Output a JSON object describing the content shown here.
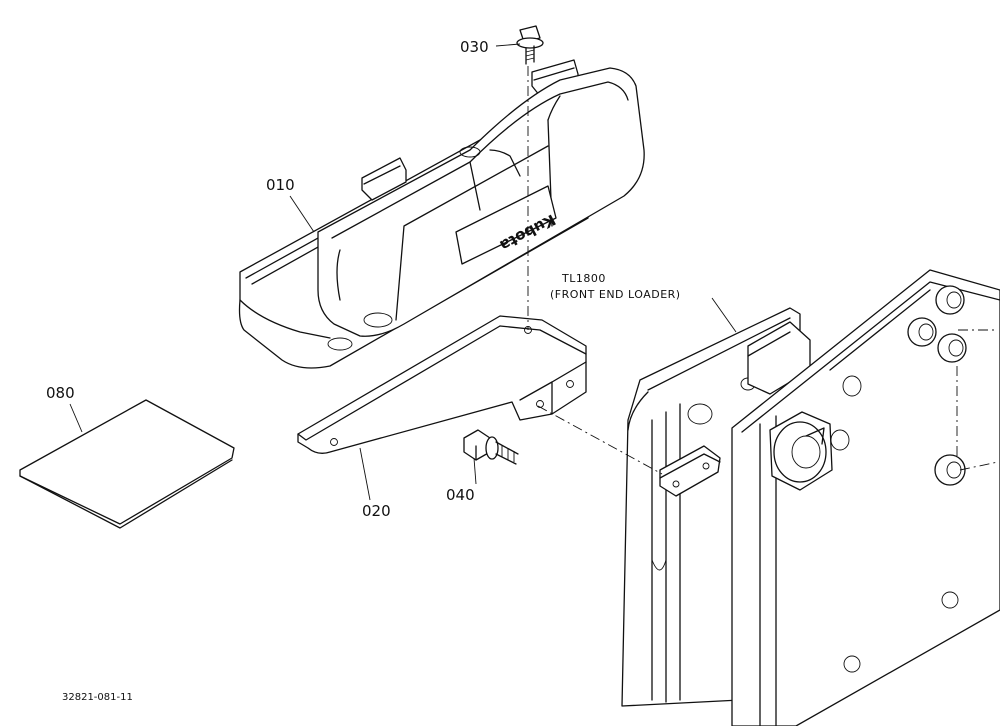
{
  "callouts": {
    "p010": "010",
    "p020": "020",
    "p030": "030",
    "p040": "040",
    "p080": "080"
  },
  "note": {
    "line1": "TL1800",
    "line2": "(FRONT END LOADER)"
  },
  "brand_mark": "Kubota",
  "drawing_number": "32821-081-11"
}
